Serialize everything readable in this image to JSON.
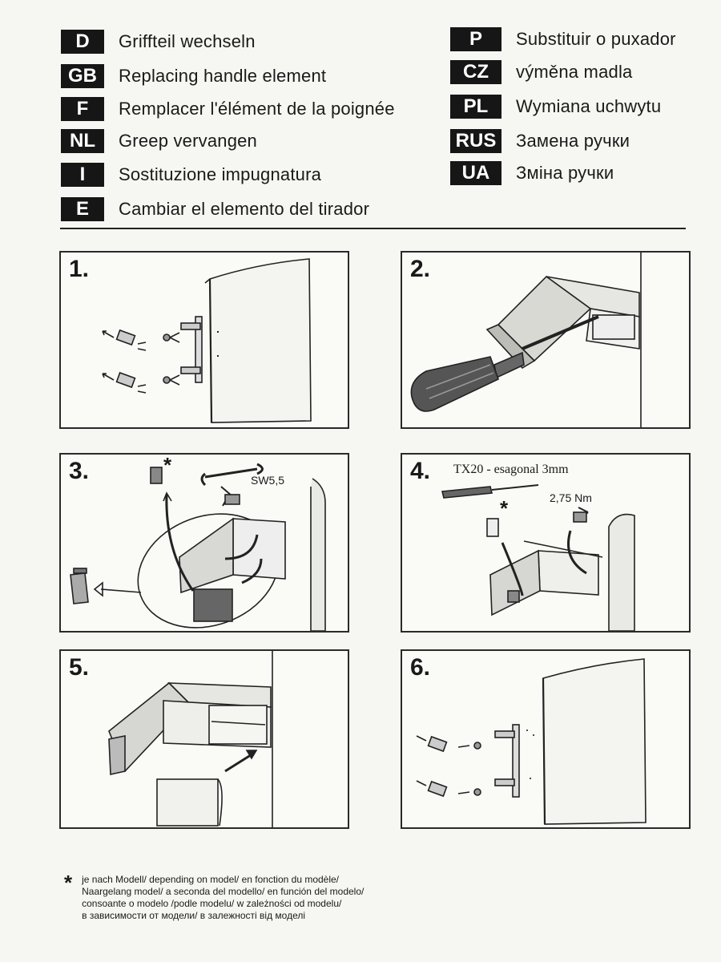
{
  "languages_left": [
    {
      "code": "D",
      "text": "Griffteil wechseln"
    },
    {
      "code": "GB",
      "text": "Replacing handle element"
    },
    {
      "code": "F",
      "text": "Remplacer l'élément de la poignée"
    },
    {
      "code": "NL",
      "text": "Greep vervangen"
    },
    {
      "code": "I",
      "text": "Sostituzione impugnatura"
    },
    {
      "code": "E",
      "text": "Cambiar el elemento del tirador"
    }
  ],
  "languages_right": [
    {
      "code": "P",
      "text": "Substituir o puxador"
    },
    {
      "code": "CZ",
      "text": "výměna madla"
    },
    {
      "code": "PL",
      "text": "Wymiana uchwytu"
    },
    {
      "code": "RUS",
      "text": "Замена ручки"
    },
    {
      "code": "UA",
      "text": "Зміна ручки"
    }
  ],
  "steps": [
    {
      "number": "1."
    },
    {
      "number": "2."
    },
    {
      "number": "3.",
      "star": "*",
      "wrench_label": "SW5,5"
    },
    {
      "number": "4.",
      "tool_label": "TX20 - esagonal 3mm",
      "torque_label": "2,75 Nm",
      "star": "*"
    },
    {
      "number": "5."
    },
    {
      "number": "6."
    }
  ],
  "footnote": {
    "symbol": "*",
    "lines": [
      "je nach Modell/ depending on model/ en fonction du modèle/",
      "Naargelang model/ a seconda del modello/ en función del modelo/",
      "consoante o modelo /podle modelu/ w zależności od modelu/",
      "в зависимости от модели/ в залежності від моделі"
    ]
  }
}
